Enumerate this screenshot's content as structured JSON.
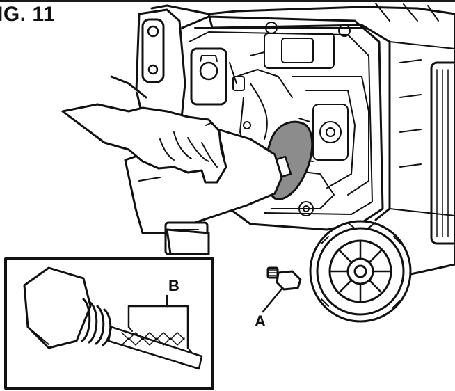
{
  "figure": {
    "title": "IG. 11",
    "callouts": {
      "a": "A",
      "b": "B"
    },
    "icons": {
      "main": "generator-oil-fill-illustration",
      "inset": "dipstick-detail-illustration"
    },
    "colors": {
      "ink": "#111111",
      "paper": "#ffffff",
      "funnel": "#8c8c8c"
    }
  }
}
